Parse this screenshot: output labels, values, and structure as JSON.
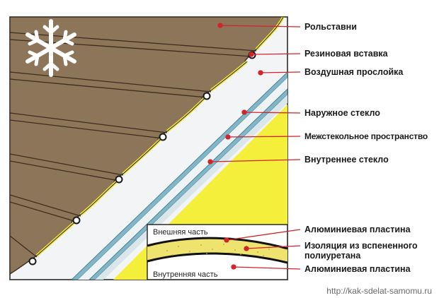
{
  "labels": {
    "shutters": "Рольставни",
    "rubber_insert": "Резиновая вставка",
    "air_layer": "Воздушная прослойка",
    "outer_glass": "Наружное стекло",
    "interpane_space": "Межстекольное пространство",
    "inner_glass": "Внутреннее стекло",
    "aluminium_plate_top": "Алюминиевая пластина",
    "insulation_line1": "Изоляция из вспененного",
    "insulation_line2": "полиуретана",
    "aluminium_plate_bottom": "Алюминиевая пластина"
  },
  "inset": {
    "outer_side": "Внешняя часть",
    "inner_side": "Внутренняя часть"
  },
  "watermark": "http://kak-sdelat-samomu.ru",
  "icons": {
    "cold": "snowflake-icon"
  },
  "colors": {
    "shutter_brown": "#8c7558",
    "insulation_yellow": "#f4ef3a",
    "glass_blue": "#7fb7c8",
    "leader_red": "#d4232b"
  }
}
